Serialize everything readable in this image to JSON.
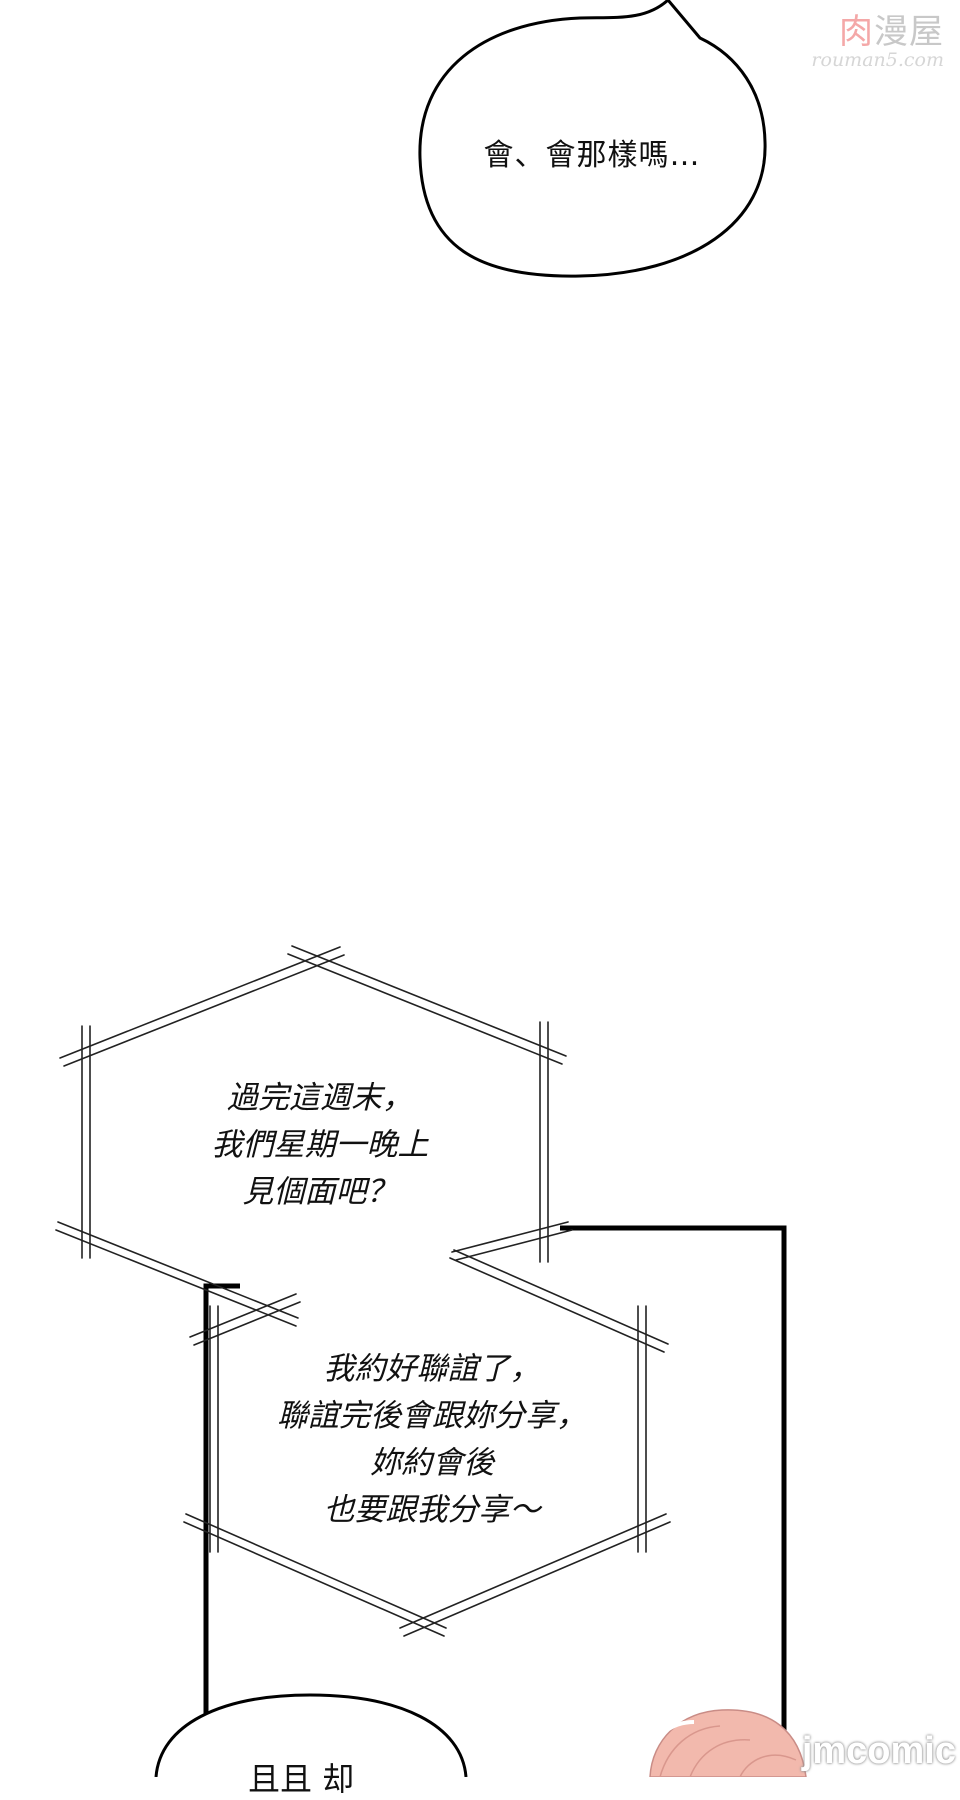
{
  "watermark_top": {
    "brand_accent": "肉",
    "brand_rest": "漫屋",
    "site": "rouman5.com"
  },
  "speech_bubble_top": {
    "text": "會、會那樣嗎…"
  },
  "hexagon_1": {
    "lines": [
      "過完這週末，",
      "我們星期一晚上",
      "見個面吧？"
    ]
  },
  "hexagon_2": {
    "lines": [
      "我約好聯誼了，",
      "聯誼完後會跟妳分享，",
      "妳約會後",
      "也要跟我分享～"
    ]
  },
  "speech_bubble_bottom": {
    "partial_text": "且且 却"
  },
  "watermark_bottom": {
    "text": "jmcomic"
  }
}
